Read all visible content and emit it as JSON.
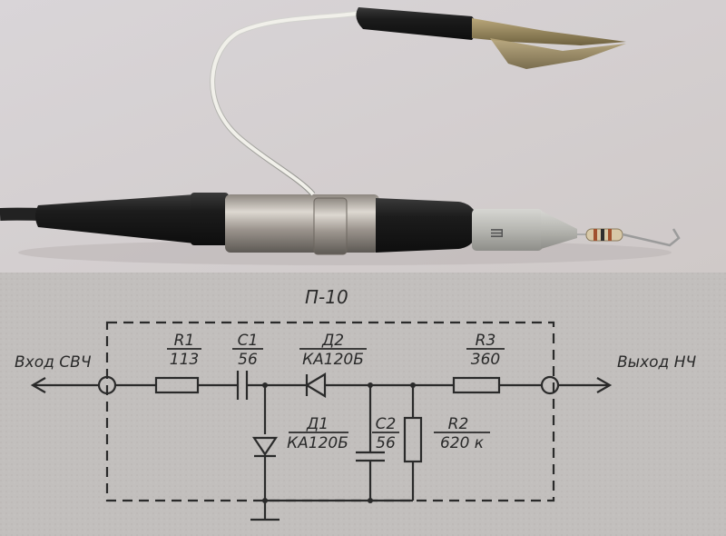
{
  "schematic": {
    "title": "П-10",
    "input_label": "Вход СВЧ",
    "output_label": "Выход НЧ",
    "components": {
      "R1": {
        "name": "R1",
        "value": "113"
      },
      "C1": {
        "name": "C1",
        "value": "56"
      },
      "D2": {
        "name": "Д2",
        "value": "КА120Б"
      },
      "R3": {
        "name": "R3",
        "value": "360"
      },
      "D1": {
        "name": "Д1",
        "value": "КА120Б"
      },
      "C2": {
        "name": "C2",
        "value": "56"
      },
      "R2": {
        "name": "R2",
        "value": "620 к"
      }
    }
  },
  "colors": {
    "photo_background": "#d8d2d3",
    "schematic_paper": "#c2bfbd",
    "ink": "#2a2a2a",
    "probe_black": "#1b1b1b",
    "probe_metal": "#b7b2ad",
    "probe_tip_grey": "#b9b9b5",
    "wire_white": "#f1f0ea",
    "clip_brass": "#9a8a5e"
  }
}
